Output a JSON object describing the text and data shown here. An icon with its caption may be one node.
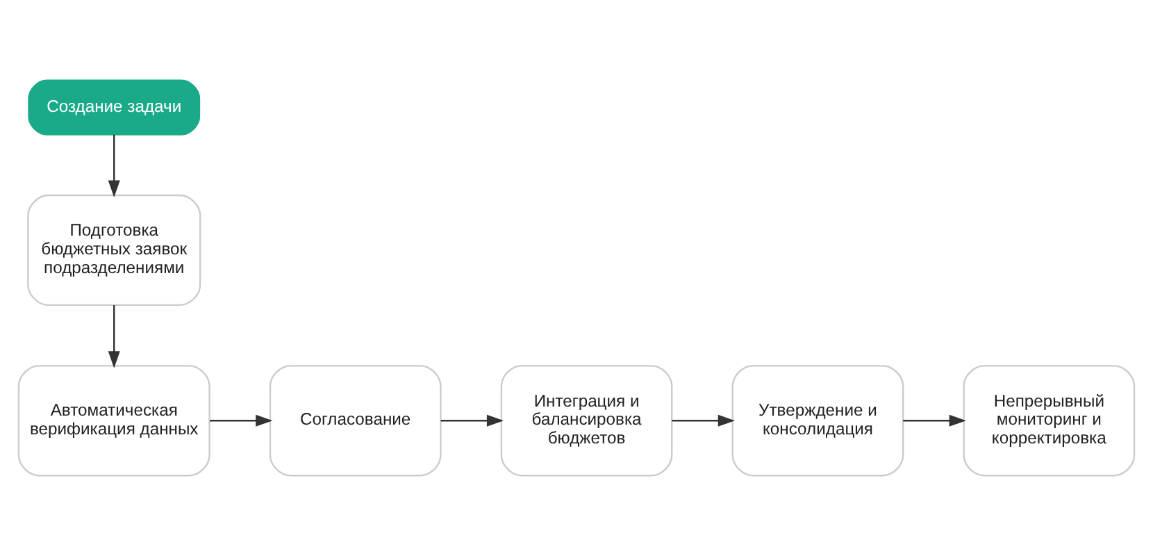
{
  "diagram": {
    "nodes": [
      {
        "text": [
          "Создание задачи"
        ]
      },
      {
        "text": [
          "Подготовка бюджетных заявок подразделениями"
        ]
      },
      {
        "text": [
          "Автоматическая верификация данных"
        ]
      },
      {
        "text": [
          "Согласование"
        ]
      },
      {
        "text": [
          "Интеграция и балансировка бюджетов"
        ]
      },
      {
        "text": [
          "Утверждение и консолидация"
        ]
      },
      {
        "text": [
          "Непрерывный мониторинг и корректировка"
        ]
      }
    ],
    "edges": [
      {
        "from": 0,
        "to": 1,
        "arrow": "to"
      },
      {
        "from": 1,
        "to": 2,
        "arrow": "to"
      },
      {
        "from": 2,
        "to": 3,
        "arrow": "to"
      },
      {
        "from": 3,
        "to": 4,
        "arrow": "to"
      },
      {
        "from": 4,
        "to": 5,
        "arrow": "to"
      },
      {
        "from": 5,
        "to": 6,
        "arrow": "to"
      }
    ]
  }
}
